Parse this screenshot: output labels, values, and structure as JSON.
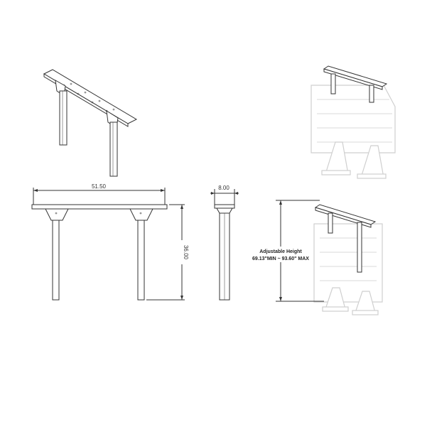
{
  "dimensions": {
    "width": "51.50",
    "depth": "8.00",
    "height": "36.00"
  },
  "callout": {
    "line1": "Adjustable Height",
    "line2": "69.13\"MIN ~ 93.60\" MAX"
  },
  "colors": {
    "line": "#333333",
    "ghost": "#cfcfcf",
    "background": "#ffffff"
  }
}
